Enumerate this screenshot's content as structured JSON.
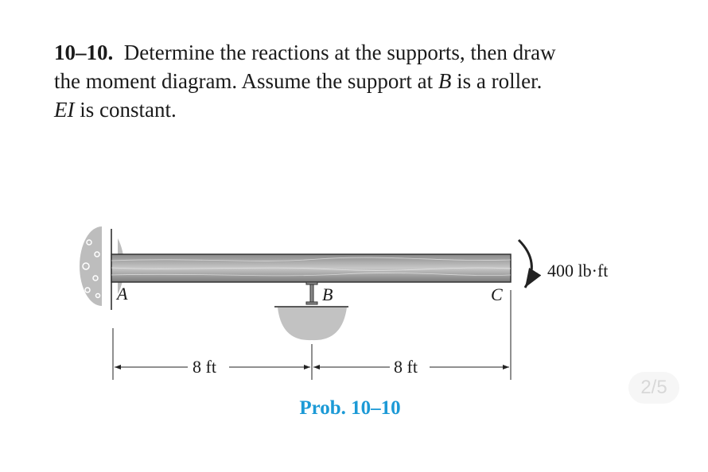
{
  "problem": {
    "number": "10–10.",
    "text_line1": "Determine the reactions at the supports, then draw",
    "text_line2": "the moment diagram. Assume the support at",
    "point_b": "B",
    "text_line2_end": "is a roller.",
    "ei": "EI",
    "text_line3": "is constant."
  },
  "diagram": {
    "point_a": "A",
    "point_b": "B",
    "point_c": "C",
    "moment_label": "400 lb·ft",
    "dim_ab": "8 ft",
    "dim_bc": "8 ft",
    "caption": "Prob. 10–10",
    "caption_color": "#1c9ad6"
  },
  "page_indicator": "2/5"
}
